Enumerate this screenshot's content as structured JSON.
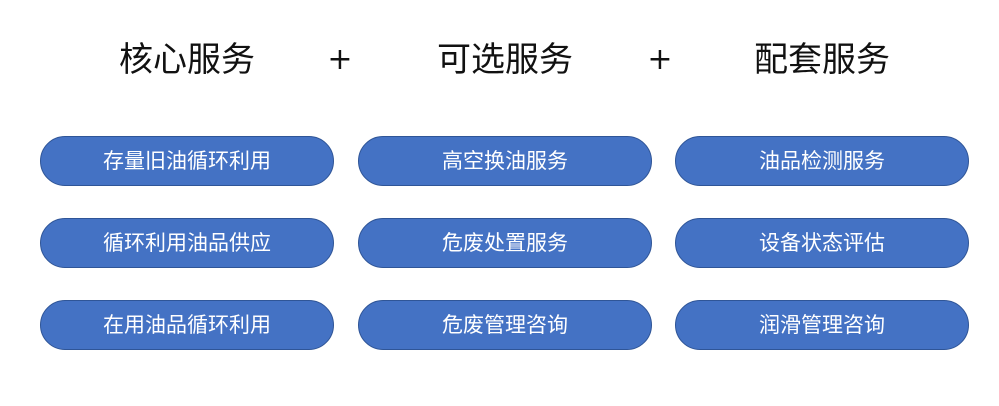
{
  "headers": [
    "核心服务",
    "可选服务",
    "配套服务"
  ],
  "plus": "+",
  "columns": [
    [
      "存量旧油循环利用",
      "循环利用油品供应",
      "在用油品循环利用"
    ],
    [
      "高空换油服务",
      "危废处置服务",
      "危废管理咨询"
    ],
    [
      "油品检测服务",
      "设备状态评估",
      "润滑管理咨询"
    ]
  ],
  "colors": {
    "pill_fill": "#4472c4",
    "pill_border": "#2f5597",
    "pill_text": "#ffffff",
    "header_text": "#111111"
  }
}
